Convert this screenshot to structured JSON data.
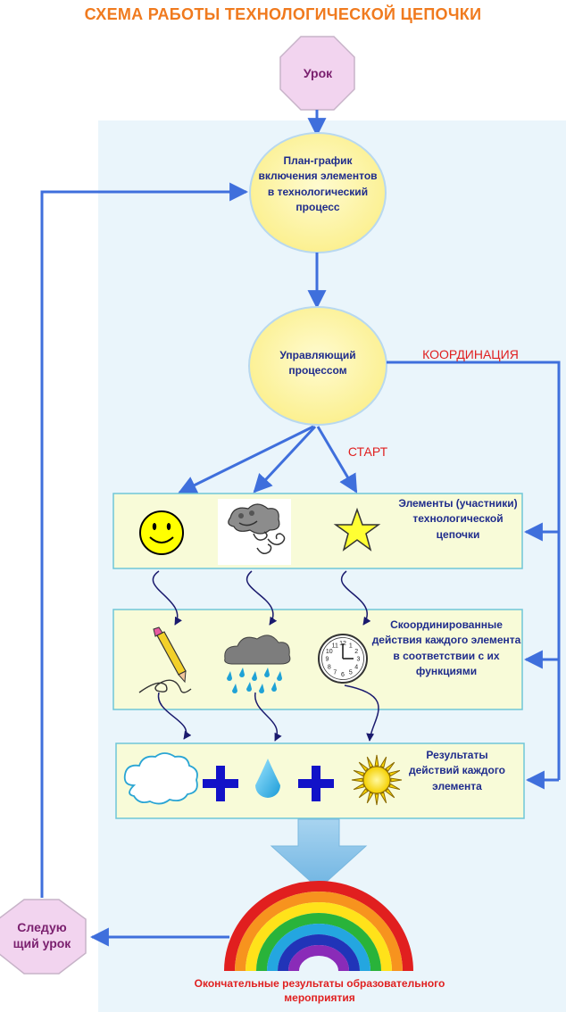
{
  "title": "Схема работы технологической цепочки",
  "nodes": {
    "lesson": "Урок",
    "plan": "План-график включения элементов в технологический процесс",
    "control": "Управляющий процессом",
    "next_lesson": "Следую щий урок"
  },
  "labels": {
    "coordination": "КООРДИНАЦИЯ",
    "start": "СТАРТ"
  },
  "panels": {
    "elements": "Элементы (участники) технологической цепочки",
    "actions": "Скоординированные действия каждого элемента в соответствии с их функциями",
    "results": "Результаты действий каждого элемента"
  },
  "final_results": "Окончательные результаты образовательного мероприятия",
  "icons": {
    "elements": [
      "smiley-icon",
      "wind-cloud-icon",
      "star-icon"
    ],
    "actions": [
      "pencil-writing-icon",
      "rain-cloud-icon",
      "clock-icon"
    ],
    "results": [
      "cloud-icon",
      "plus-icon",
      "water-drop-icon",
      "plus-icon",
      "sun-icon"
    ],
    "final": "rainbow-icon"
  },
  "clock_numbers": [
    "12",
    "1",
    "2",
    "3",
    "4",
    "5",
    "6",
    "7",
    "8",
    "9",
    "10",
    "11"
  ],
  "colors": {
    "title": "#f07a1e",
    "node_text": "#1f2c8c",
    "octagon_fill": "#f2d4ef",
    "octagon_text": "#7a1f6e",
    "ellipse_fill": "#fdf6a8",
    "panel_fill": "#f8fbd8",
    "panel_border": "#6fc6d8",
    "arrow": "#3f6fdc",
    "label_red": "#e01f1f",
    "background_panel": "#eaf5fb"
  }
}
